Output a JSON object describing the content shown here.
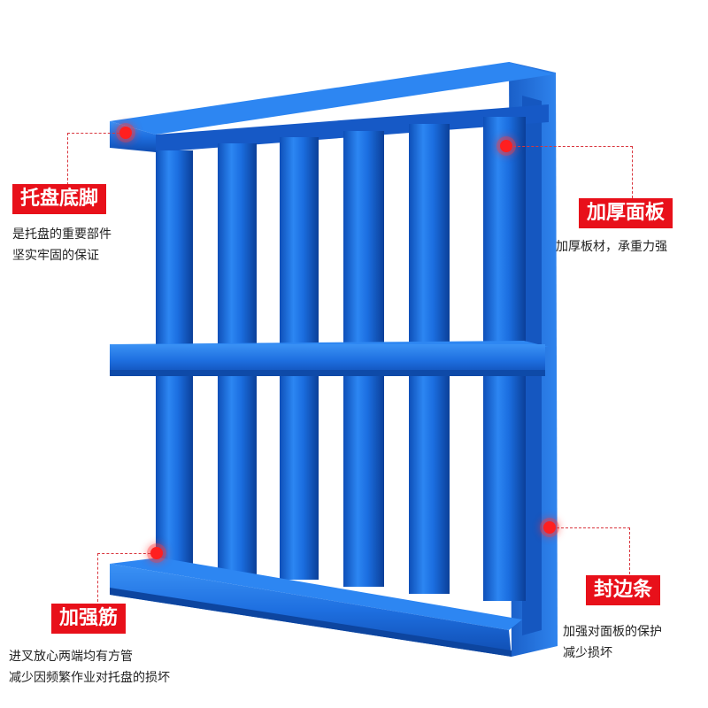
{
  "callouts": {
    "base": {
      "title": "托盘底脚",
      "lines": [
        "是托盘的重要部件",
        "坚实牢固的保证"
      ]
    },
    "panel": {
      "title": "加厚面板",
      "lines": [
        "加厚板材，承重力强"
      ]
    },
    "rib": {
      "title": "加强筋",
      "lines": [
        "进叉放心两端均有方管",
        "减少因频繁作业对托盘的损坏"
      ]
    },
    "edge": {
      "title": "封边条",
      "lines": [
        "加强对面板的保护",
        "减少损坏"
      ]
    }
  },
  "colors": {
    "pallet_blue": "#1e6fe0",
    "tag_red": "#e8101a",
    "marker_red": "#ff1f1f"
  }
}
